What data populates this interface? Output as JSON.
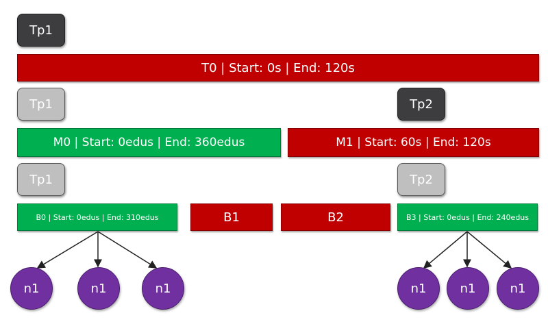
{
  "task_labels": {
    "tp1": "Tp1",
    "tp2": "Tp2"
  },
  "top": {
    "label": "T0  |  Start: 0s  |  End: 120s"
  },
  "middle": [
    {
      "label": "M0 | Start: 0edus | End: 360edus",
      "status": "green"
    },
    {
      "label": "M1 | Start: 60s | End: 120s",
      "status": "red"
    }
  ],
  "bottom": [
    {
      "label": "B0 | Start: 0edus | End: 310edus",
      "status": "green"
    },
    {
      "label": "B1",
      "status": "red"
    },
    {
      "label": "B2",
      "status": "red"
    },
    {
      "label": "B3 | Start: 0edus | End: 240edus",
      "status": "green"
    }
  ],
  "nodes": [
    "n1",
    "n1",
    "n1",
    "n1",
    "n1",
    "n1"
  ],
  "colors": {
    "red": "#c00000",
    "green": "#00b050",
    "dark": "#3d3d40",
    "light": "#bfbfbf",
    "node": "#7030a0"
  }
}
